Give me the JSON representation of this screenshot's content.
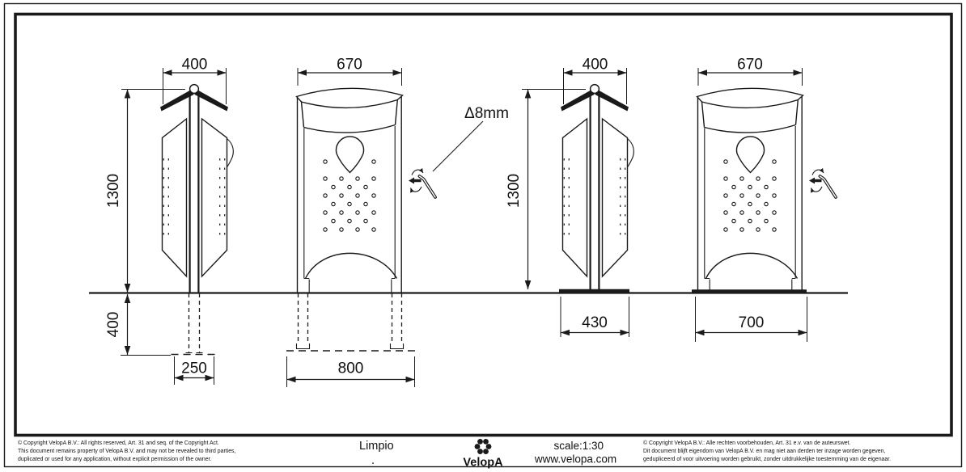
{
  "views": {
    "side_inground": {
      "top_width": "400",
      "height_above_ground": "1300",
      "depth_below_ground": "400",
      "anchor_width": "250"
    },
    "front_inground": {
      "top_width": "670",
      "foundation_width": "800"
    },
    "side_surface": {
      "top_width": "400",
      "height_above_ground": "1300",
      "plate_width": "430"
    },
    "front_surface": {
      "top_width": "670",
      "plate_width": "700"
    }
  },
  "annotations": {
    "hex_key_size": "Δ8mm"
  },
  "icons": {
    "hex_key": "allen-key-with-rotation-arrows",
    "brand_logo": "velopa-dot-flower"
  },
  "title_block": {
    "product_name": "Limpio",
    "product_detail": ".",
    "brand": "VelopA",
    "scale": "scale:1:30",
    "website": "www.velopa.com",
    "copyright_en": [
      "©  Copyright VelopA B.V.: All rights reserved, Art. 31 and seq. of the Copyright Act.",
      "This document remains property of VelopA B.V. and may not be revealed to third parties,",
      "duplicated or used for any application, without explicit permission of the owner."
    ],
    "copyright_nl": [
      "©  Copyright VelopA B.V.: Alle rechten voorbehouden, Art. 31 e.v. van de auteurswet.",
      "Dit document blijft eigendom van VelopA B.V. en mag niet aan derden ter inzage worden gegeven,",
      "gedupliceerd of voor uitvoering worden gebruikt, zonder uitdrukkelijke toestemming van de eigenaar."
    ]
  },
  "colors": {
    "line": "#1a1a1a",
    "background": "#ffffff"
  }
}
